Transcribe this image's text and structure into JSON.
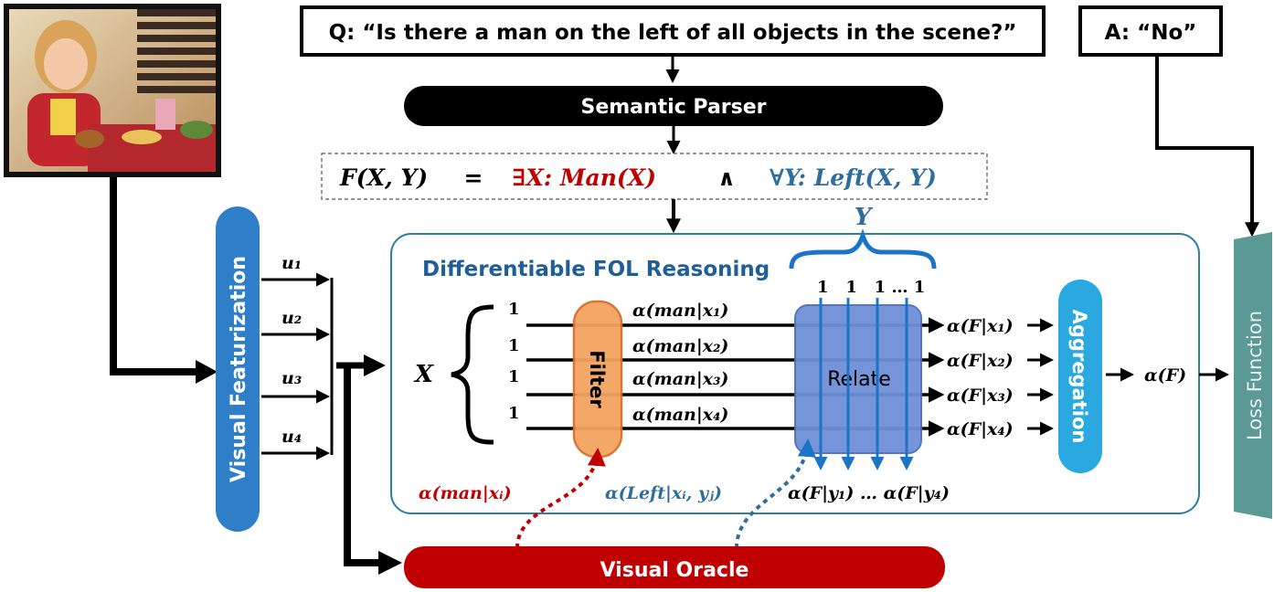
{
  "question": "Q: “Is there a man on the left of all objects in the scene?”",
  "answer": "A: “No”",
  "semantic_parser": "Semantic Parser",
  "formula": {
    "lhs": "F(X, Y)",
    "eq": "=",
    "exists": "∃X: Man(X)",
    "and": "∧",
    "forall": "∀Y: Left(X, Y)"
  },
  "visual_featurization": "Visual Featurization",
  "features": [
    "u₁",
    "u₂",
    "u₃",
    "u₄"
  ],
  "reasoning": {
    "title": "Differentiable FOL Reasoning",
    "x_label": "X",
    "y_label": "Y",
    "ones_x": [
      "1",
      "1",
      "1",
      "1"
    ],
    "ones_y": "1   1   1 … 1",
    "filter": "Filter",
    "relate": "Relate",
    "alpha_man": [
      "α(man|x₁)",
      "α(man|x₂)",
      "α(man|x₃)",
      "α(man|x₄)"
    ],
    "alpha_fx": [
      "α(F|x₁)",
      "α(F|x₂)",
      "α(F|x₃)",
      "α(F|x₄)"
    ],
    "alpha_fy": "α(F|y₁) … α(F|y₄)",
    "aggregation": "Aggregation",
    "alpha_f": "α(F)",
    "oracle_man": "α(man|xᵢ)",
    "oracle_left": "α(Left|xᵢ, yⱼ)"
  },
  "visual_oracle": "Visual Oracle",
  "loss_function": "Loss Function",
  "colors": {
    "red": "#c00000",
    "blue": "#2e6e9e",
    "vf_blue": "#2f7fc8",
    "filter_orange": "#f4a460",
    "relate_blue": "#6f8fd6",
    "aggregation": "#29a9e0",
    "loss_teal": "#5b9a94"
  },
  "image_description_icon": "photo-thumbnail"
}
